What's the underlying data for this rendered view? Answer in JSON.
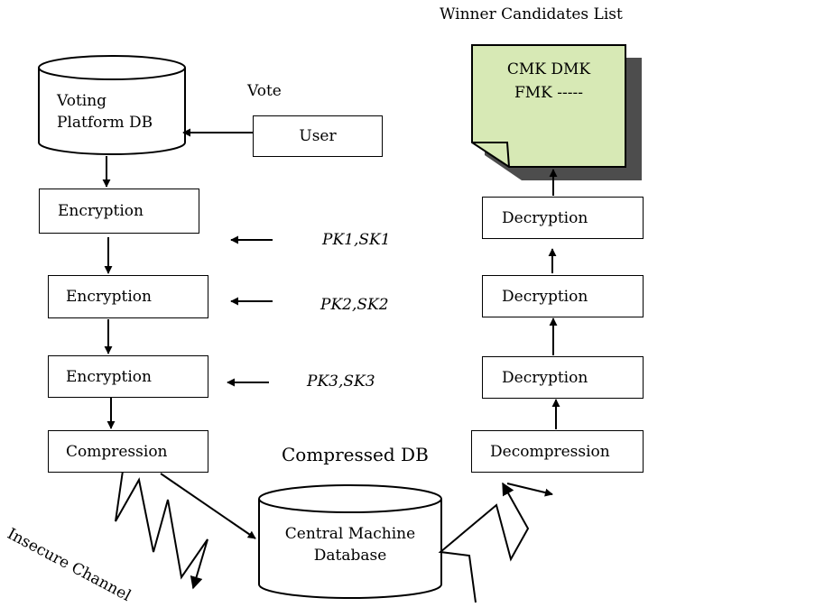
{
  "title": "Winner Candidates List",
  "result_doc": {
    "line1": "CMK DMK",
    "line2": "FMK -----",
    "fill": "#d7e9b5"
  },
  "voting_db": {
    "line1": "Voting",
    "line2": "Platform DB"
  },
  "vote_label": "Vote",
  "user_label": "User",
  "encryption_steps": [
    {
      "label": "Encryption",
      "key": "PK1,SK1"
    },
    {
      "label": "Encryption",
      "key": "PK2,SK2"
    },
    {
      "label": "Encryption",
      "key": "PK3,SK3"
    }
  ],
  "compression_label": "Compression",
  "compressed_db_label": "Compressed DB",
  "central_db": {
    "line1": "Central Machine",
    "line2": "Database"
  },
  "decompression_label": "Decompression",
  "decryption_steps": [
    "Decryption",
    "Decryption",
    "Decryption"
  ],
  "insecure_channel_label": "Insecure Channel"
}
